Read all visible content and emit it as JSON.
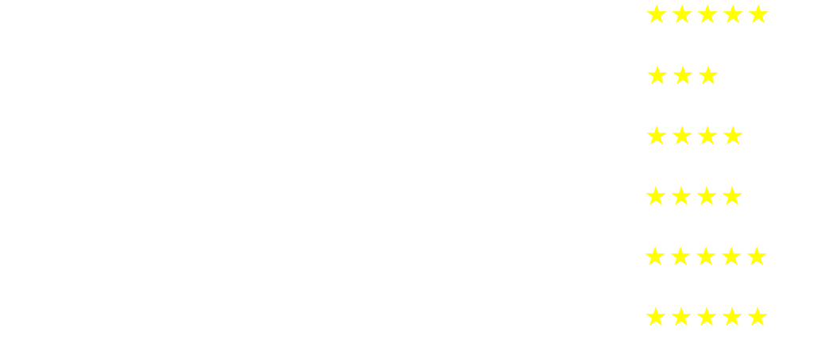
{
  "ratings": {
    "star_color": "#ffff00",
    "icon": "star-icon",
    "glyph": "★",
    "items": [
      {
        "rating": 5
      },
      {
        "rating": 3
      },
      {
        "rating": 4
      },
      {
        "rating": 4
      },
      {
        "rating": 5
      },
      {
        "rating": 5
      }
    ]
  }
}
